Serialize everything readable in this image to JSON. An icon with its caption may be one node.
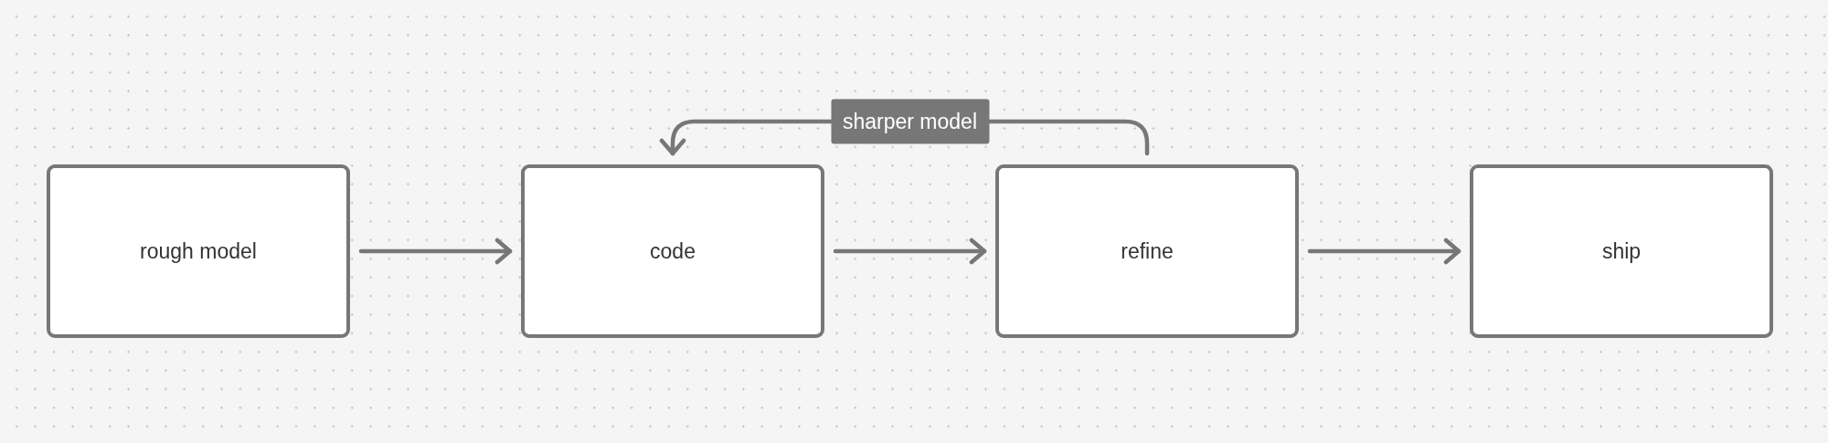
{
  "diagram": {
    "nodes": [
      {
        "text": [
          "rough model"
        ]
      },
      {
        "text": [
          "code"
        ]
      },
      {
        "text": [
          "refine"
        ]
      },
      {
        "text": [
          "ship"
        ]
      }
    ],
    "edges": [
      {
        "from": 0,
        "to": 1,
        "arrow": "to"
      },
      {
        "from": 1,
        "to": 2,
        "arrow": "to"
      },
      {
        "from": 2,
        "to": 3,
        "arrow": "to"
      },
      {
        "from": 2,
        "to": 1,
        "arrow": "to",
        "label": "sharper model"
      }
    ]
  }
}
